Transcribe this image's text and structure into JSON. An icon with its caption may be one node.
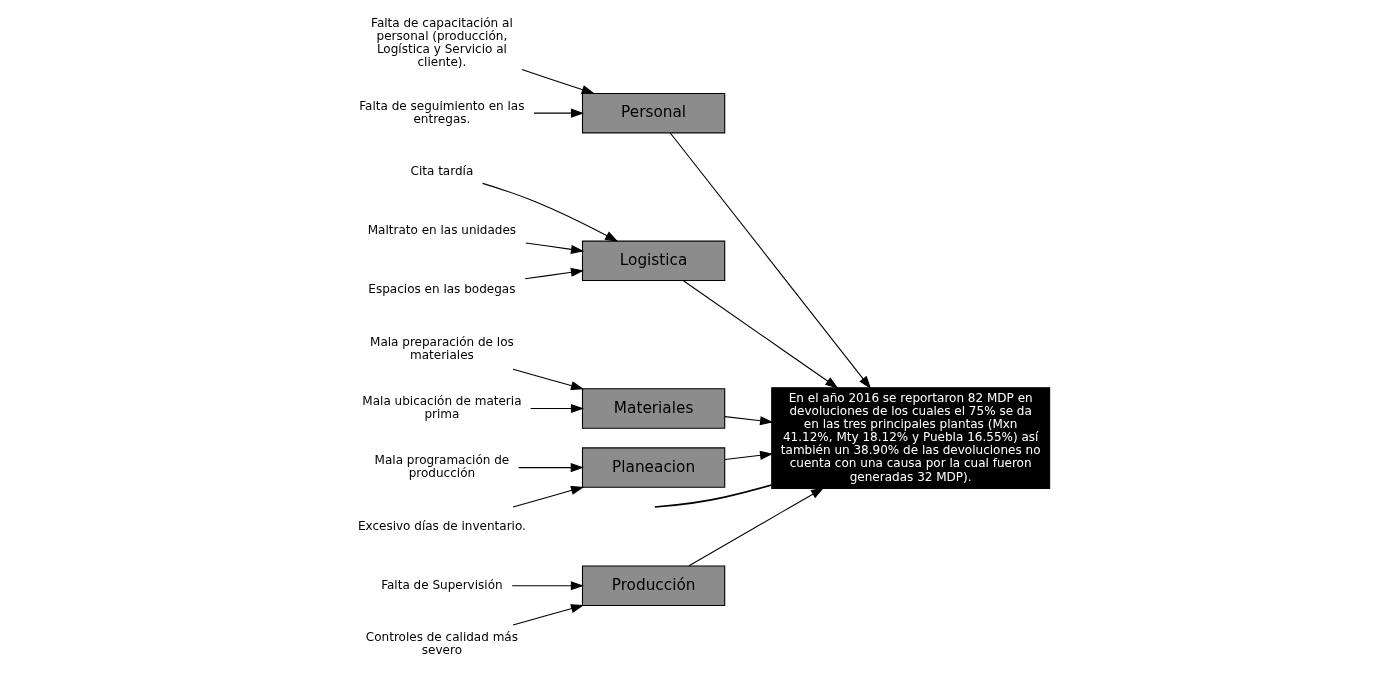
{
  "diagram": {
    "nodes": [
      {
        "text": [
          "Producción"
        ]
      },
      {
        "text": [
          "Falta de Supervisión"
        ]
      },
      {
        "text": [
          "Controles de calidad más severo"
        ]
      },
      {
        "text": [
          "Personal"
        ]
      },
      {
        "text": [
          "Falta de capacitación al personal (producción, Logística y Servicio al cliente)."
        ]
      },
      {
        "text": [
          "Falta de seguimiento en las entregas."
        ]
      },
      {
        "text": [
          "Logistica"
        ]
      },
      {
        "text": [
          "Cita tardía"
        ]
      },
      {
        "text": [
          "Maltrato en las unidades"
        ]
      },
      {
        "text": [
          "Espacios en las bodegas"
        ]
      },
      {
        "text": [
          "Materiales"
        ]
      },
      {
        "text": [
          "Mala preparación de los materiales"
        ]
      },
      {
        "text": [
          "Mala ubicación de materia prima"
        ]
      },
      {
        "text": [
          "Planeacion"
        ]
      },
      {
        "text": [
          "Mala programación de producción"
        ]
      },
      {
        "text": [
          "Excesivo días de inventario."
        ]
      },
      {
        "text": [
          "En el año 2016 se reportaron 82 MDP en devoluciones de los cuales el 75% se da en las tres principales plantas (Mxn 41.12%, Mty 18.12% y Puebla 16.55%) así también un 38.90% de las devoluciones no cuenta con una causa por la cual fueron generadas 32 MDP)."
        ]
      }
    ],
    "edges": [
      {
        "from": 1,
        "to": 0,
        "arrow": "to"
      },
      {
        "from": 2,
        "to": 0,
        "arrow": "to"
      },
      {
        "from": 4,
        "to": 3,
        "arrow": "to"
      },
      {
        "from": 5,
        "to": 3,
        "arrow": "to"
      },
      {
        "from": 7,
        "to": 6,
        "arrow": "to"
      },
      {
        "from": 8,
        "to": 6,
        "arrow": "to"
      },
      {
        "from": 9,
        "to": 6,
        "arrow": "to"
      },
      {
        "from": 11,
        "to": 10,
        "arrow": "to"
      },
      {
        "from": 12,
        "to": 10,
        "arrow": "to"
      },
      {
        "from": 14,
        "to": 13,
        "arrow": "to"
      },
      {
        "from": 15,
        "to": 13,
        "arrow": "to"
      },
      {
        "from": 0,
        "to": 16,
        "arrow": "to"
      },
      {
        "from": 3,
        "to": 16,
        "arrow": "to"
      },
      {
        "from": 6,
        "to": 16,
        "arrow": "to"
      },
      {
        "from": 10,
        "to": 16,
        "arrow": "to"
      },
      {
        "from": 13,
        "to": 16,
        "arrow": "to"
      },
      {
        "from": null,
        "to": 16,
        "arrow": "none"
      }
    ]
  }
}
